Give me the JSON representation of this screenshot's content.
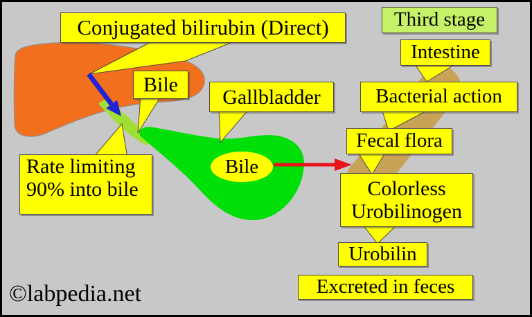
{
  "diagram": {
    "stage_badge": "Third stage",
    "watermark": "©labpedia.net",
    "labels": {
      "conjugated_bilirubin": "Conjugated bilirubin (Direct)",
      "bile_duct_label": "Bile",
      "gallbladder": "Gallbladder",
      "intestine": "Intestine",
      "bacterial_action": "Bacterial action",
      "fecal_flora": "Fecal flora",
      "rate_limiting": [
        "Rate limiting",
        "90% into bile"
      ],
      "bile_in_gallbladder": "Bile",
      "colorless_urobilinogen": [
        "Colorless",
        "Urobilinogen"
      ],
      "urobilin": "Urobilin",
      "excreted_in_feces": "Excreted in feces"
    }
  },
  "colors": {
    "background": "#C8C8C8",
    "label_bg": "#FFFF00",
    "label_border": "#4A4A4A",
    "stage_bg": "#C6F269",
    "liver": "#F2701D",
    "gallbladder": "#00DF08",
    "bile_duct": "#A0DF33",
    "intestine": "#C8A257",
    "arrow_blue": "#2222D6",
    "arrow_red": "#E8131B",
    "text": "#000000"
  }
}
